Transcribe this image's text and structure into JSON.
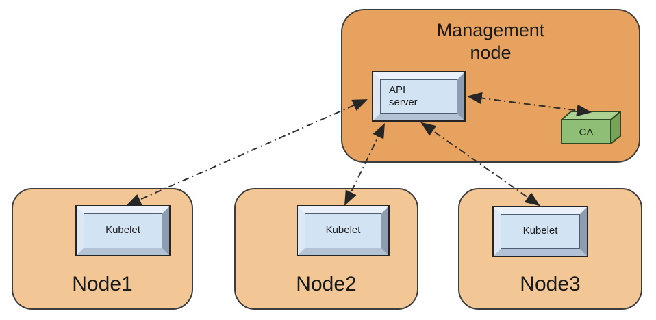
{
  "management_node": {
    "title": "Management\nnode",
    "api_server": {
      "label": "API\nserver"
    },
    "ca": {
      "label": "CA"
    }
  },
  "nodes": [
    {
      "title": "Node1",
      "component": {
        "label": "Kubelet"
      }
    },
    {
      "title": "Node2",
      "component": {
        "label": "Kubelet"
      }
    },
    {
      "title": "Node3",
      "component": {
        "label": "Kubelet"
      }
    }
  ],
  "connections": [
    {
      "from": "api-server",
      "to": "kubelet-node1",
      "style": "dash-dot",
      "bidirectional": true
    },
    {
      "from": "api-server",
      "to": "kubelet-node2",
      "style": "dash-dot",
      "bidirectional": true
    },
    {
      "from": "api-server",
      "to": "kubelet-node3",
      "style": "dash-dot",
      "bidirectional": true
    },
    {
      "from": "api-server",
      "to": "ca",
      "style": "dash-dot",
      "bidirectional": true
    }
  ],
  "colors": {
    "management_fill": "#e6a25e",
    "node_fill": "#f2c795",
    "button_face": "#d2e3f3",
    "ca_front": "#8fbe77",
    "ca_top": "#abd193",
    "ca_side": "#74a35a",
    "outline": "#3d3d3d",
    "arrow": "#2f2f2f",
    "background": "#ffffff"
  }
}
